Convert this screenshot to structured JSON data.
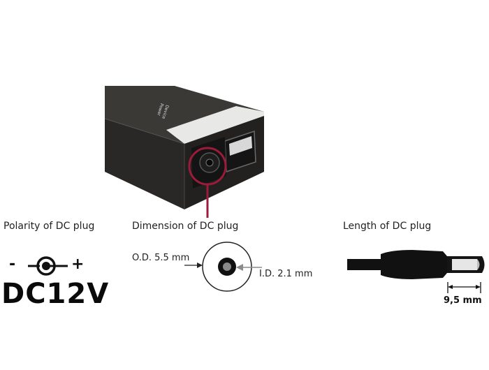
{
  "device": {
    "label_line1": "Device",
    "label_line2": "Power"
  },
  "sections": {
    "polarity": {
      "title": "Polarity of DC plug",
      "minus": "-",
      "plus": "+",
      "voltage": "DC12V"
    },
    "dimension": {
      "title": "Dimension of DC plug",
      "outer_label": "O.D.  5.5 mm",
      "inner_label": "I.D.  2.1 mm"
    },
    "length": {
      "title": "Length of DC plug",
      "measurement": "9,5 mm"
    }
  },
  "colors": {
    "highlight": "#9b1b3a",
    "device_body": "#2c2a28",
    "plug": "#111111"
  }
}
